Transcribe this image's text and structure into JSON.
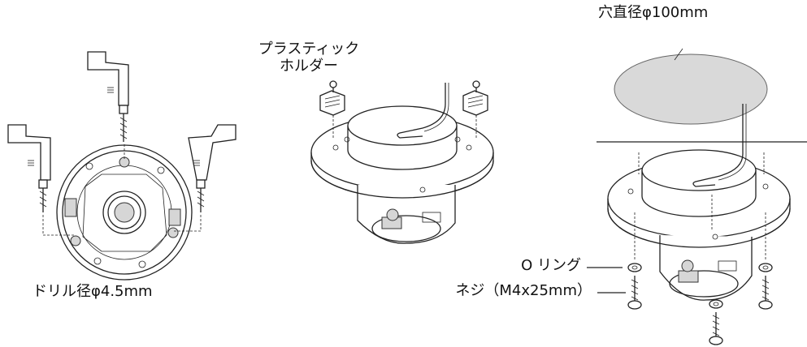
{
  "labels": {
    "plastic_holder_line1": "プラスティック",
    "plastic_holder_line2": "ホルダー",
    "hole_diameter": "穴直径φ100mm",
    "drill_diameter": "ドリル径φ4.5mm",
    "o_ring": "O リング",
    "screw": "ネジ（M4x25mm）"
  }
}
